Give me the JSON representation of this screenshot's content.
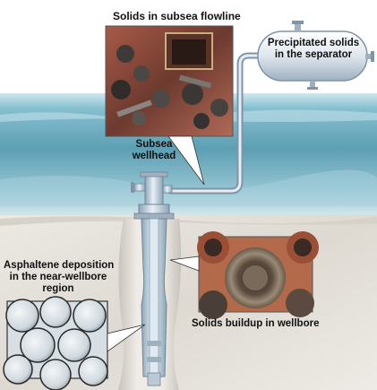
{
  "labels": {
    "flowline": "Solids in subsea flowline",
    "separator_line1": "Precipitated solids",
    "separator_line2": "in the separator",
    "wellhead_line1": "Subsea",
    "wellhead_line2": "wellhead",
    "asphaltene_line1": "Asphaltene deposition",
    "asphaltene_line2": "in the near-wellbore",
    "asphaltene_line3": "region",
    "wellbore": "Solids buildup in wellbore"
  },
  "colors": {
    "sky": "#ffffff",
    "sea_top": "#a9d5e0",
    "sea_mid": "#5fa4b8",
    "sea_bottom": "#bcd9e2",
    "seabed": "#c9dfe6",
    "rock": "#e3e0da",
    "rock_shadow": "#cfcac2",
    "pipe": "#b8c8d6",
    "pipe_dark": "#7f94a8",
    "photo_rust": "#8a4b3a"
  }
}
